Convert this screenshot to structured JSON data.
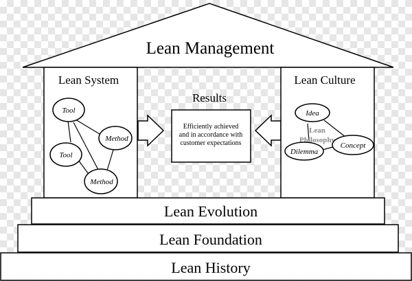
{
  "roof": {
    "title": "Lean Management"
  },
  "left_pillar": {
    "title": "Lean System",
    "nodes": [
      "Tool",
      "Method",
      "Tool",
      "Method"
    ]
  },
  "right_pillar": {
    "title": "Lean Culture",
    "nodes": [
      "Idea",
      "Concept",
      "Dilemma"
    ],
    "center_label": [
      "Lean",
      "Philosophy"
    ]
  },
  "results": {
    "title": "Results",
    "text": [
      "Efficiently achieved",
      "and in accordance with",
      "customer expectations"
    ]
  },
  "steps": {
    "evolution": "Lean Evolution",
    "foundation": "Lean Foundation",
    "history": "Lean History"
  }
}
